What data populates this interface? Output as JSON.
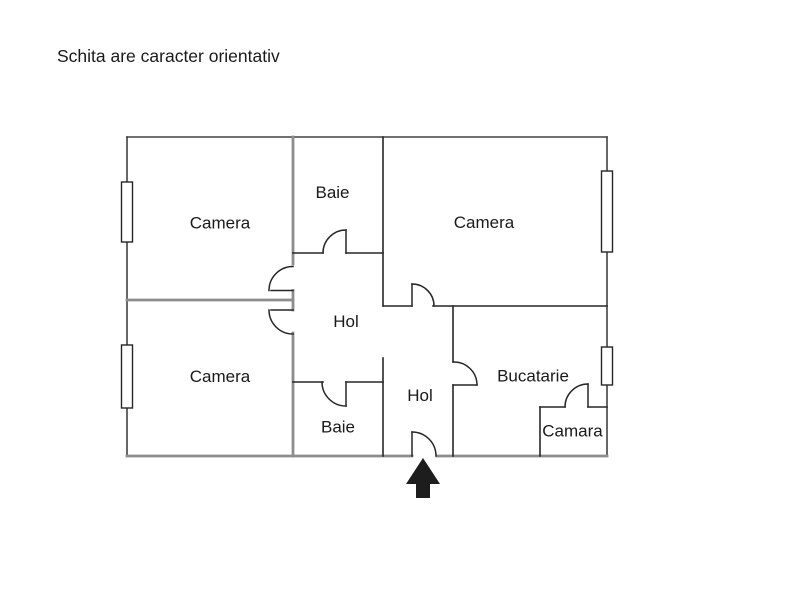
{
  "title": "Schita are caracter orientativ",
  "colors": {
    "background": "#ffffff",
    "wall_outline": "#414141",
    "wall_main": "#8d8d8d",
    "partition": "#262626",
    "label": "#1a1a1a",
    "arrow": "#1d1d1d",
    "window_fill": "#ffffff"
  },
  "floorplan": {
    "rooms": [
      {
        "id": "camera-top-left",
        "label": "Camera"
      },
      {
        "id": "baie-top",
        "label": "Baie"
      },
      {
        "id": "camera-top-right",
        "label": "Camera"
      },
      {
        "id": "hol-central",
        "label": "Hol"
      },
      {
        "id": "camera-bottom-left",
        "label": "Camera"
      },
      {
        "id": "baie-bottom",
        "label": "Baie"
      },
      {
        "id": "hol-bottom",
        "label": "Hol"
      },
      {
        "id": "bucatarie",
        "label": "Bucatarie"
      },
      {
        "id": "camara",
        "label": "Camara"
      }
    ],
    "window_count": 4,
    "door_count": 8,
    "entrance": {
      "marker": "up-arrow",
      "side": "bottom"
    }
  },
  "icons": {
    "entrance_arrow": "up-arrow"
  }
}
